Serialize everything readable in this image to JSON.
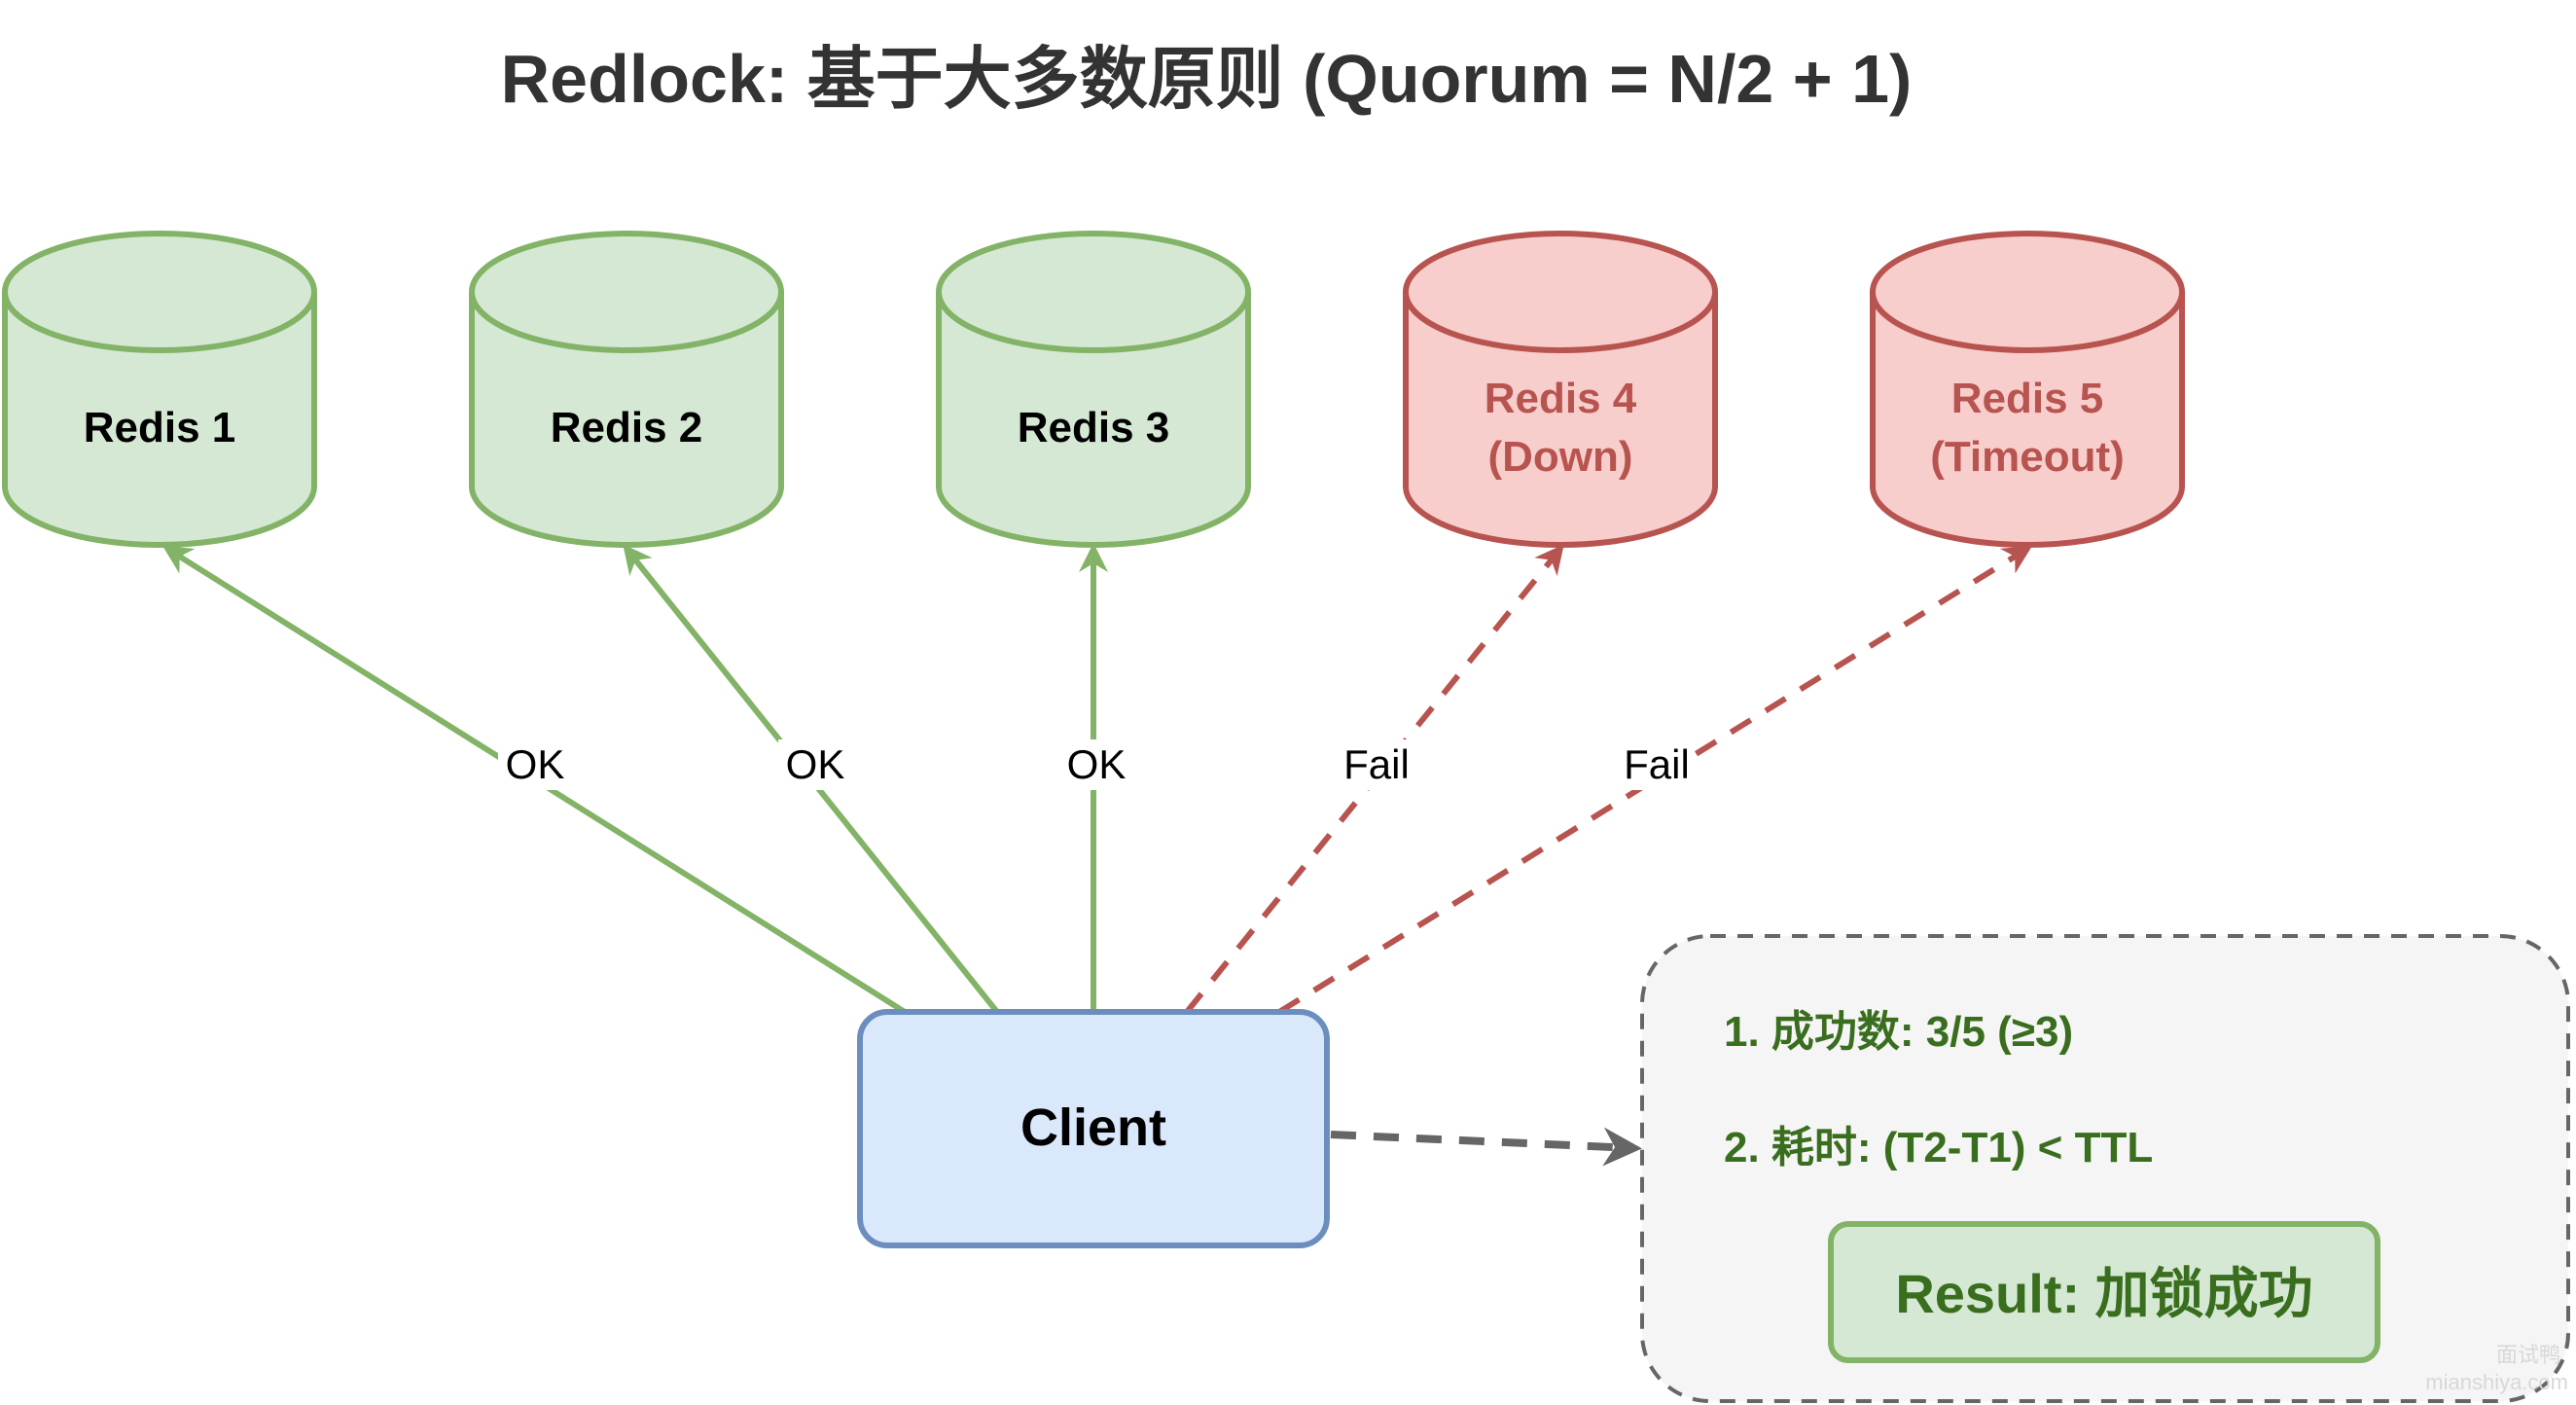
{
  "title": "Redlock: 基于大多数原则 (Quorum = N/2 + 1)",
  "colors": {
    "ok_fill": "#d5e8d4",
    "ok_stroke": "#82b366",
    "fail_fill": "#f8cecc",
    "fail_stroke": "#b85450",
    "client_fill": "#dae8fc",
    "client_stroke": "#6c8ebf",
    "summary_fill": "#f5f5f5",
    "summary_stroke": "#666666",
    "summary_text": "#3a6e1f",
    "title_text": "#333333"
  },
  "nodes": [
    {
      "id": "redis-1",
      "lines": [
        "Redis 1"
      ],
      "status": "ok"
    },
    {
      "id": "redis-2",
      "lines": [
        "Redis 2"
      ],
      "status": "ok"
    },
    {
      "id": "redis-3",
      "lines": [
        "Redis 3"
      ],
      "status": "ok"
    },
    {
      "id": "redis-4",
      "lines": [
        "Redis 4",
        "(Down)"
      ],
      "status": "fail"
    },
    {
      "id": "redis-5",
      "lines": [
        "Redis 5",
        "(Timeout)"
      ],
      "status": "fail"
    }
  ],
  "client": {
    "label": "Client"
  },
  "edges": [
    {
      "to": "redis-1",
      "label": "OK",
      "status": "ok"
    },
    {
      "to": "redis-2",
      "label": "OK",
      "status": "ok"
    },
    {
      "to": "redis-3",
      "label": "OK",
      "status": "ok"
    },
    {
      "to": "redis-4",
      "label": "Fail",
      "status": "fail"
    },
    {
      "to": "redis-5",
      "label": "Fail",
      "status": "fail"
    }
  ],
  "summary": {
    "line1": "1. 成功数: 3/5 (≥3)",
    "line2": "2. 耗时: (T2-T1) < TTL",
    "result": "Result: 加锁成功"
  },
  "watermark": {
    "line1": "面试鸭",
    "line2": "mianshiya.com"
  }
}
